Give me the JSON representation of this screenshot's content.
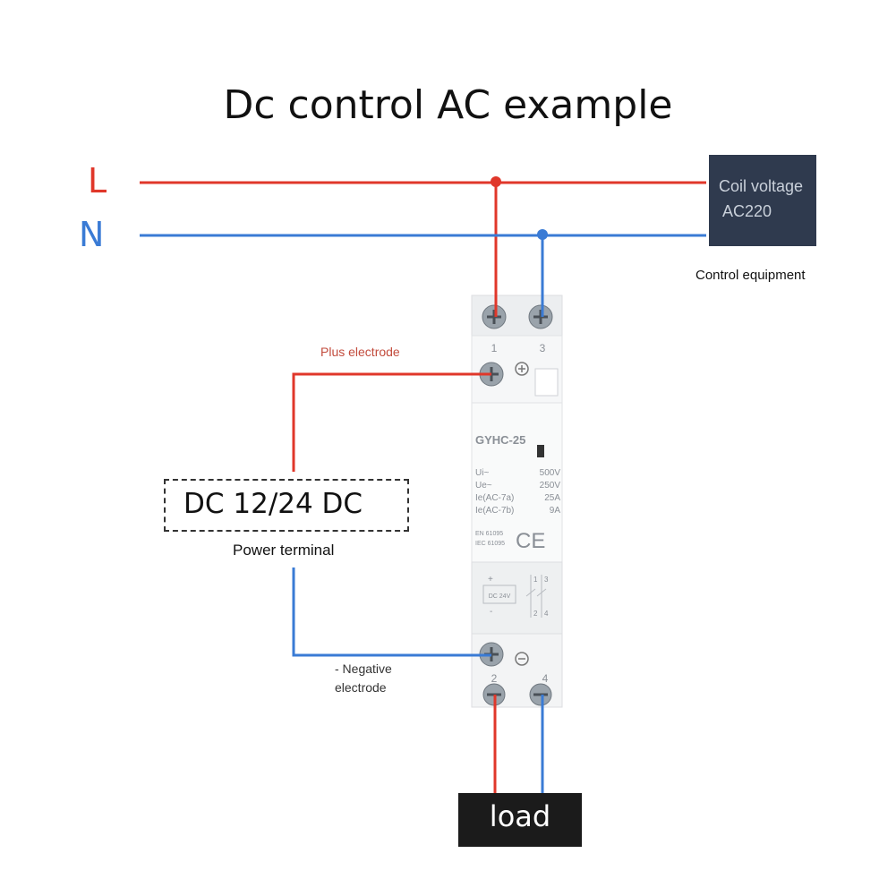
{
  "title": "Dc control AC example",
  "lines": {
    "live": "L",
    "neutral": "N"
  },
  "coil": {
    "line1": "Coil voltage",
    "line2": "AC220"
  },
  "control_equipment": "Control equipment",
  "plus_electrode": "Plus electrode",
  "power": {
    "text": "DC 12/24 DC",
    "caption": "Power terminal"
  },
  "negative_electrode": {
    "line1": "- Negative",
    "line2": "electrode"
  },
  "load": "load",
  "device": {
    "model": "GYHC-25",
    "terminals": {
      "t1": "1",
      "t3": "3",
      "t2": "2",
      "t4": "4"
    },
    "ratings": [
      {
        "label": "Ui~",
        "value": "500V"
      },
      {
        "label": "Ue~",
        "value": "250V"
      },
      {
        "label": "Ie(AC-7a)",
        "value": "25A"
      },
      {
        "label": "Ie(AC-7b)",
        "value": "9A"
      }
    ],
    "standards": [
      "EN 61095",
      "IEC 61095"
    ],
    "ce_mark": "CE",
    "schematic": {
      "coil": "DC 24V",
      "plus": "+",
      "minus": "-",
      "n1": "1",
      "n3": "3",
      "n2": "2",
      "n4": "4"
    }
  },
  "colors": {
    "live": "#e0372a",
    "neutral": "#3a7bd5",
    "coil_box": "#2f3a4e",
    "load_box": "#1b1b1b"
  }
}
